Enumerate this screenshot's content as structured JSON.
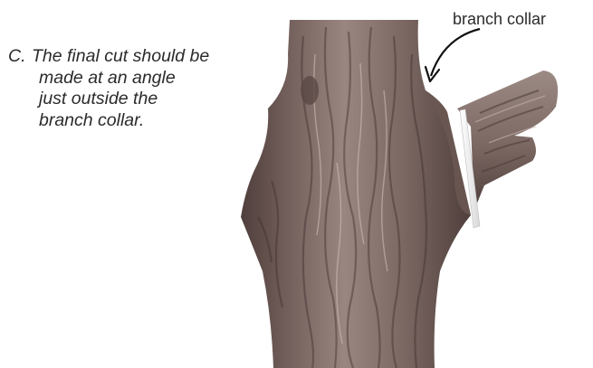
{
  "instruction": {
    "step_letter": "C.",
    "lines": [
      "The final cut should be",
      "made at an angle",
      "just outside the",
      "branch collar."
    ]
  },
  "callout": {
    "label": "branch collar"
  },
  "colors": {
    "bark_base": "#7d6863",
    "bark_shadow": "#4f3f3c",
    "bark_highlight": "#b8a7a0",
    "cut_face": "#eeeeee",
    "text": "#2b2b2b"
  },
  "icons": [
    "curved-arrow-icon"
  ]
}
